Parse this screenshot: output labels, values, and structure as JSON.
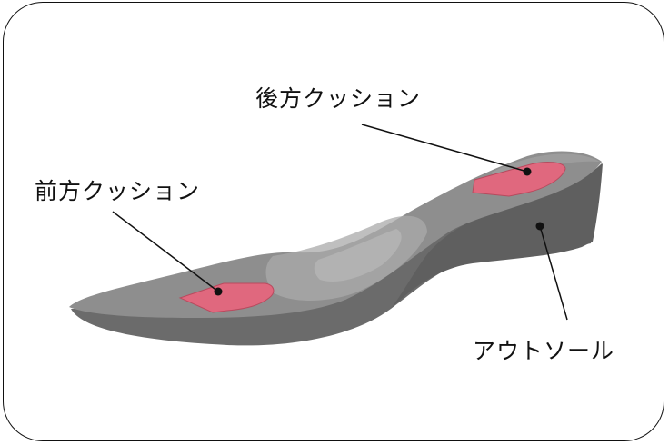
{
  "labels": {
    "rear_cushion": "後方クッション",
    "front_cushion": "前方クッション",
    "outsole": "アウトソール"
  },
  "colors": {
    "insole_top": "#8f8f8f",
    "insole_side": "#6b6b6b",
    "heel_side": "#666666",
    "cushion": "#e0687e",
    "cushion_edge": "#b84a5e",
    "leader": "#111111",
    "frame": "#111111"
  }
}
